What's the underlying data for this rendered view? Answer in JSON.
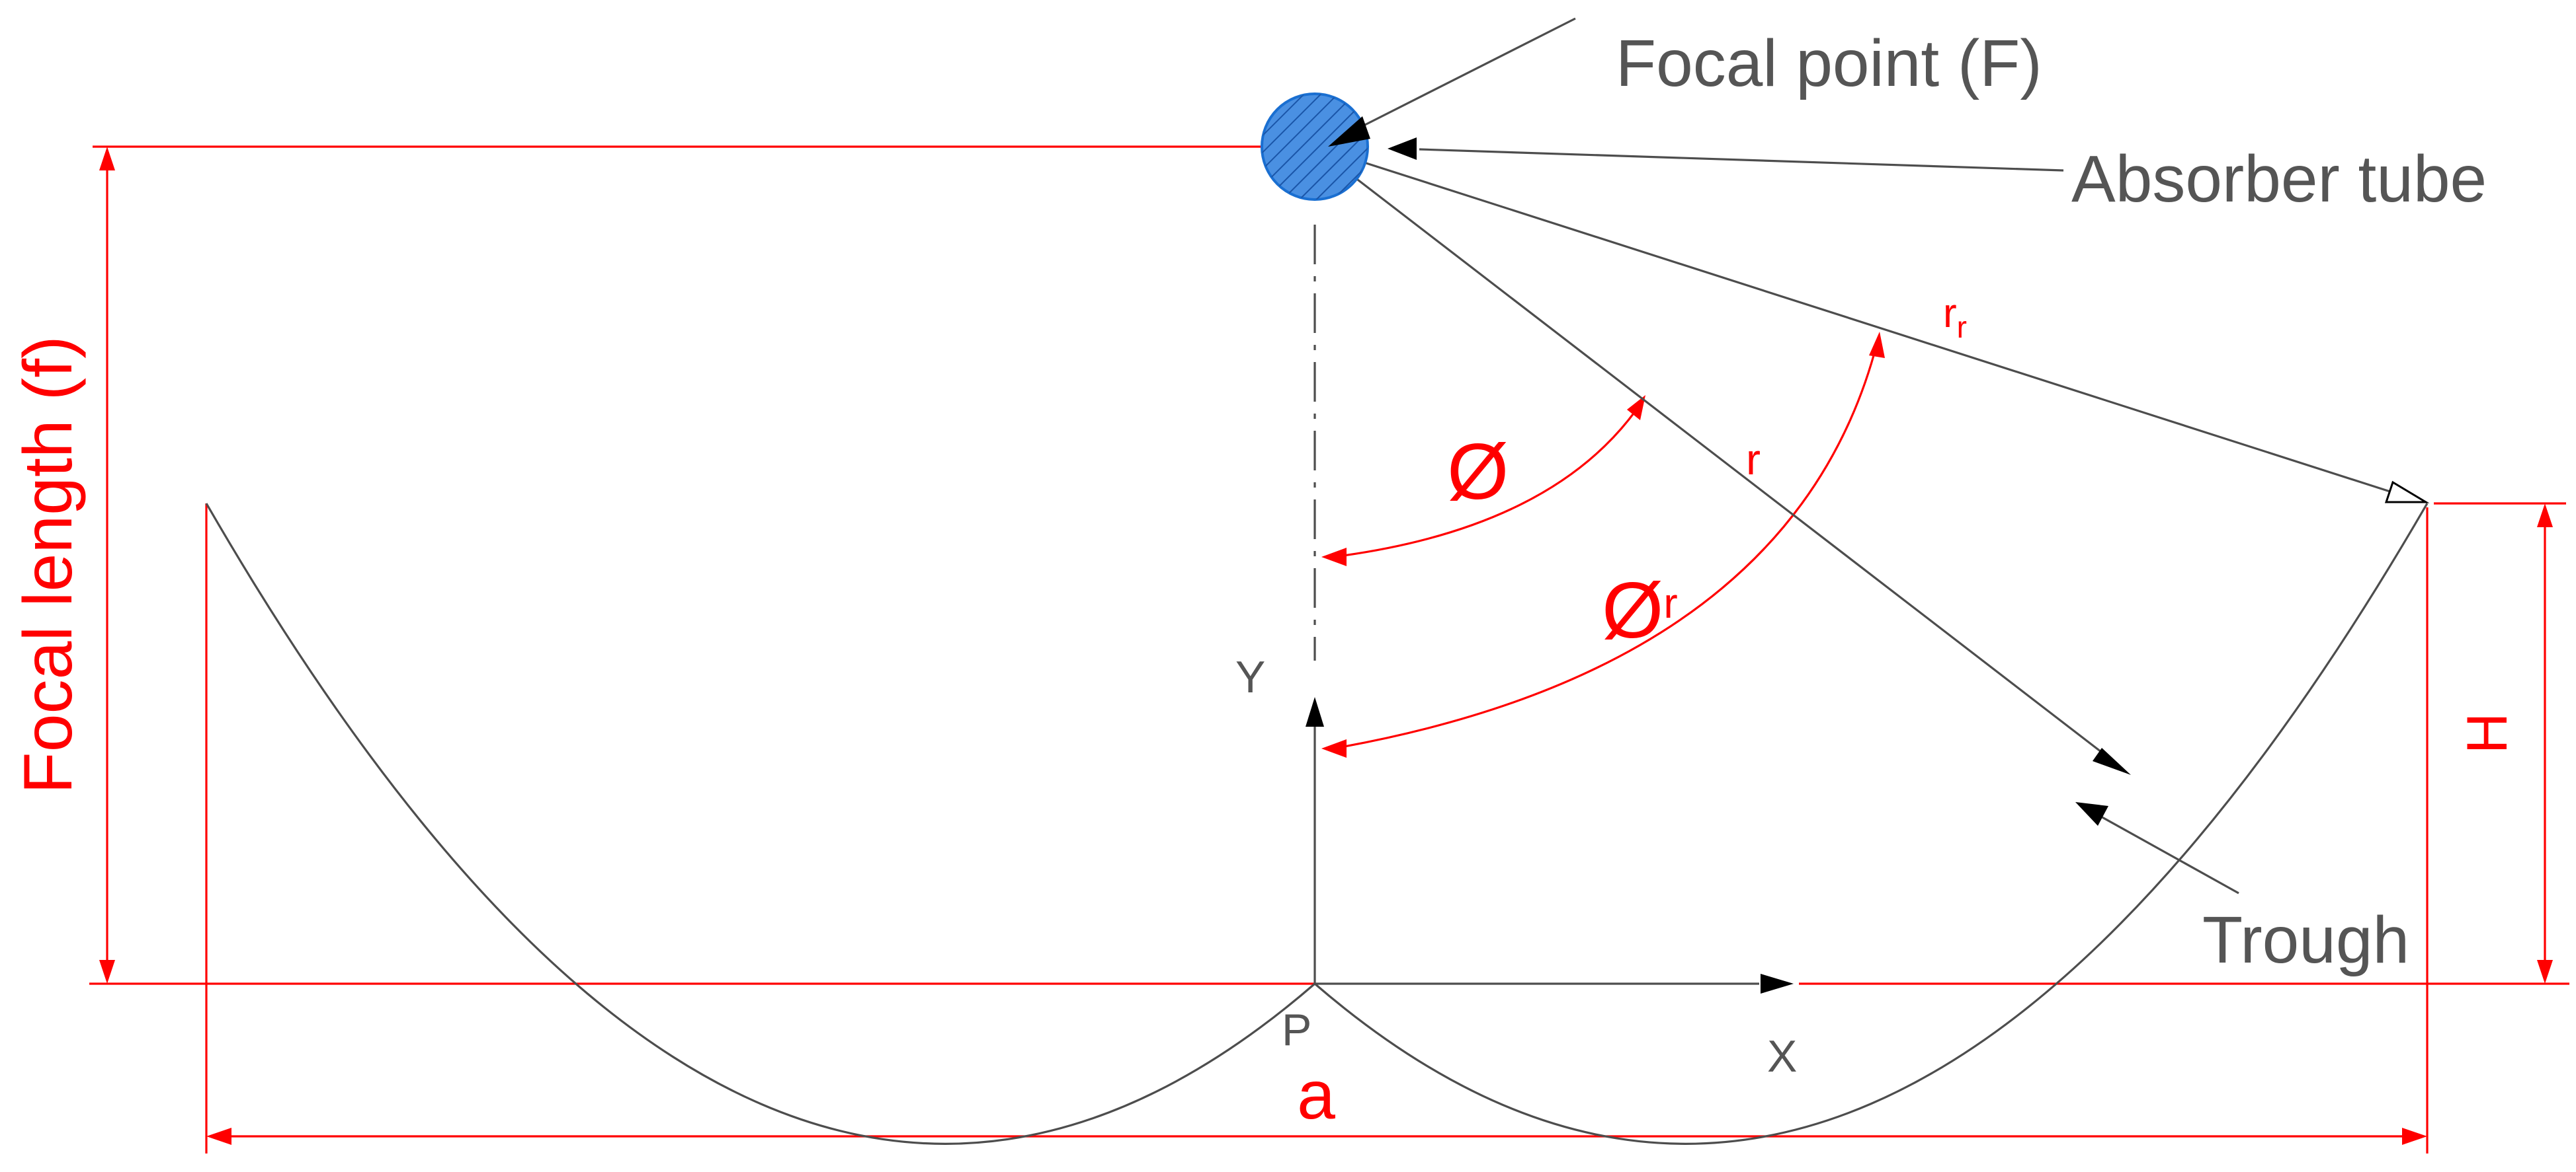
{
  "labels": {
    "focal_point": "Focal point (F)",
    "absorber_tube": "Absorber tube",
    "trough": "Trough",
    "focal_length": "Focal length (f)",
    "aperture": "a",
    "height": "H",
    "rim_radius_base": "r",
    "rim_radius_sub": "r",
    "radius": "r",
    "angle": "Ø",
    "rim_angle_base": "Ø",
    "rim_angle_sub": "r",
    "origin": "P",
    "x_axis": "X",
    "y_axis": "Y"
  },
  "colors": {
    "dimension": "#ff0000",
    "geometry": "#4d4d4d",
    "text": "#555555",
    "absorber_fill": "#4a90e2",
    "absorber_stroke": "#1a6fd1",
    "absorber_hatch": "#1a55a8"
  }
}
